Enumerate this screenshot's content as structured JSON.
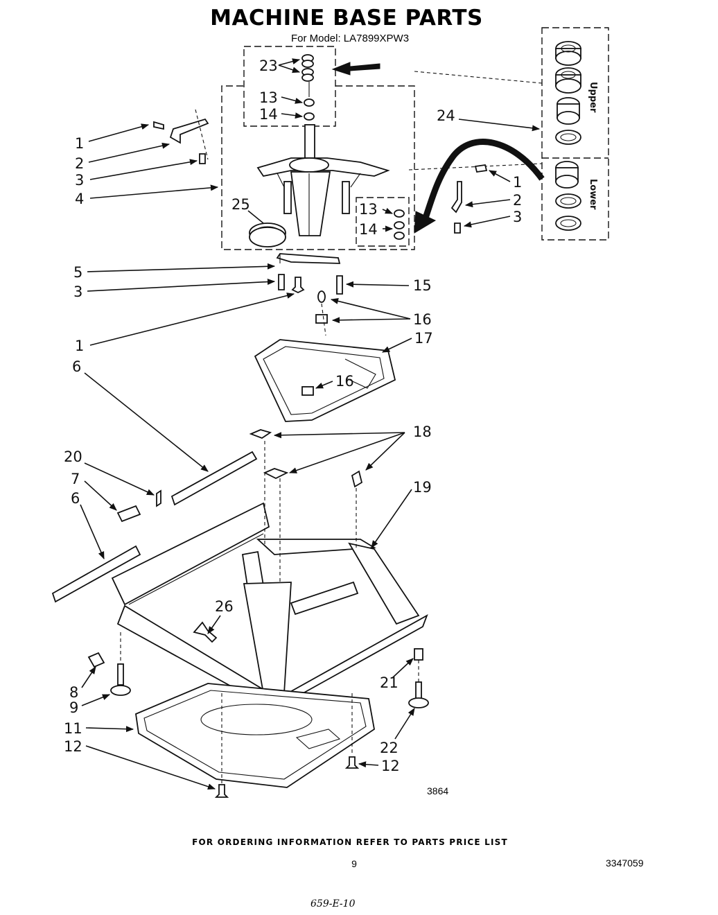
{
  "header": {
    "title": "MACHINE BASE PARTS",
    "model_line": "For Model: LA7899XPW3"
  },
  "inset": {
    "upper_label": "Upper",
    "lower_label": "Lower"
  },
  "callouts": {
    "n1": "1",
    "n2": "2",
    "n3": "3",
    "n4": "4",
    "n5": "5",
    "n6": "6",
    "n7": "7",
    "n8": "8",
    "n9": "9",
    "n11": "11",
    "n12": "12",
    "n13": "13",
    "n14": "14",
    "n15": "15",
    "n16": "16",
    "n17": "17",
    "n18": "18",
    "n19": "19",
    "n20": "20",
    "n21": "21",
    "n22": "22",
    "n23": "23",
    "n24": "24",
    "n25": "25",
    "n26": "26"
  },
  "figure_code": "3864",
  "footer": {
    "ordering_note": "FOR ORDERING INFORMATION REFER TO PARTS PRICE LIST",
    "page_number": "9",
    "doc_number": "3347059",
    "handwritten_code": "659-E-10"
  }
}
